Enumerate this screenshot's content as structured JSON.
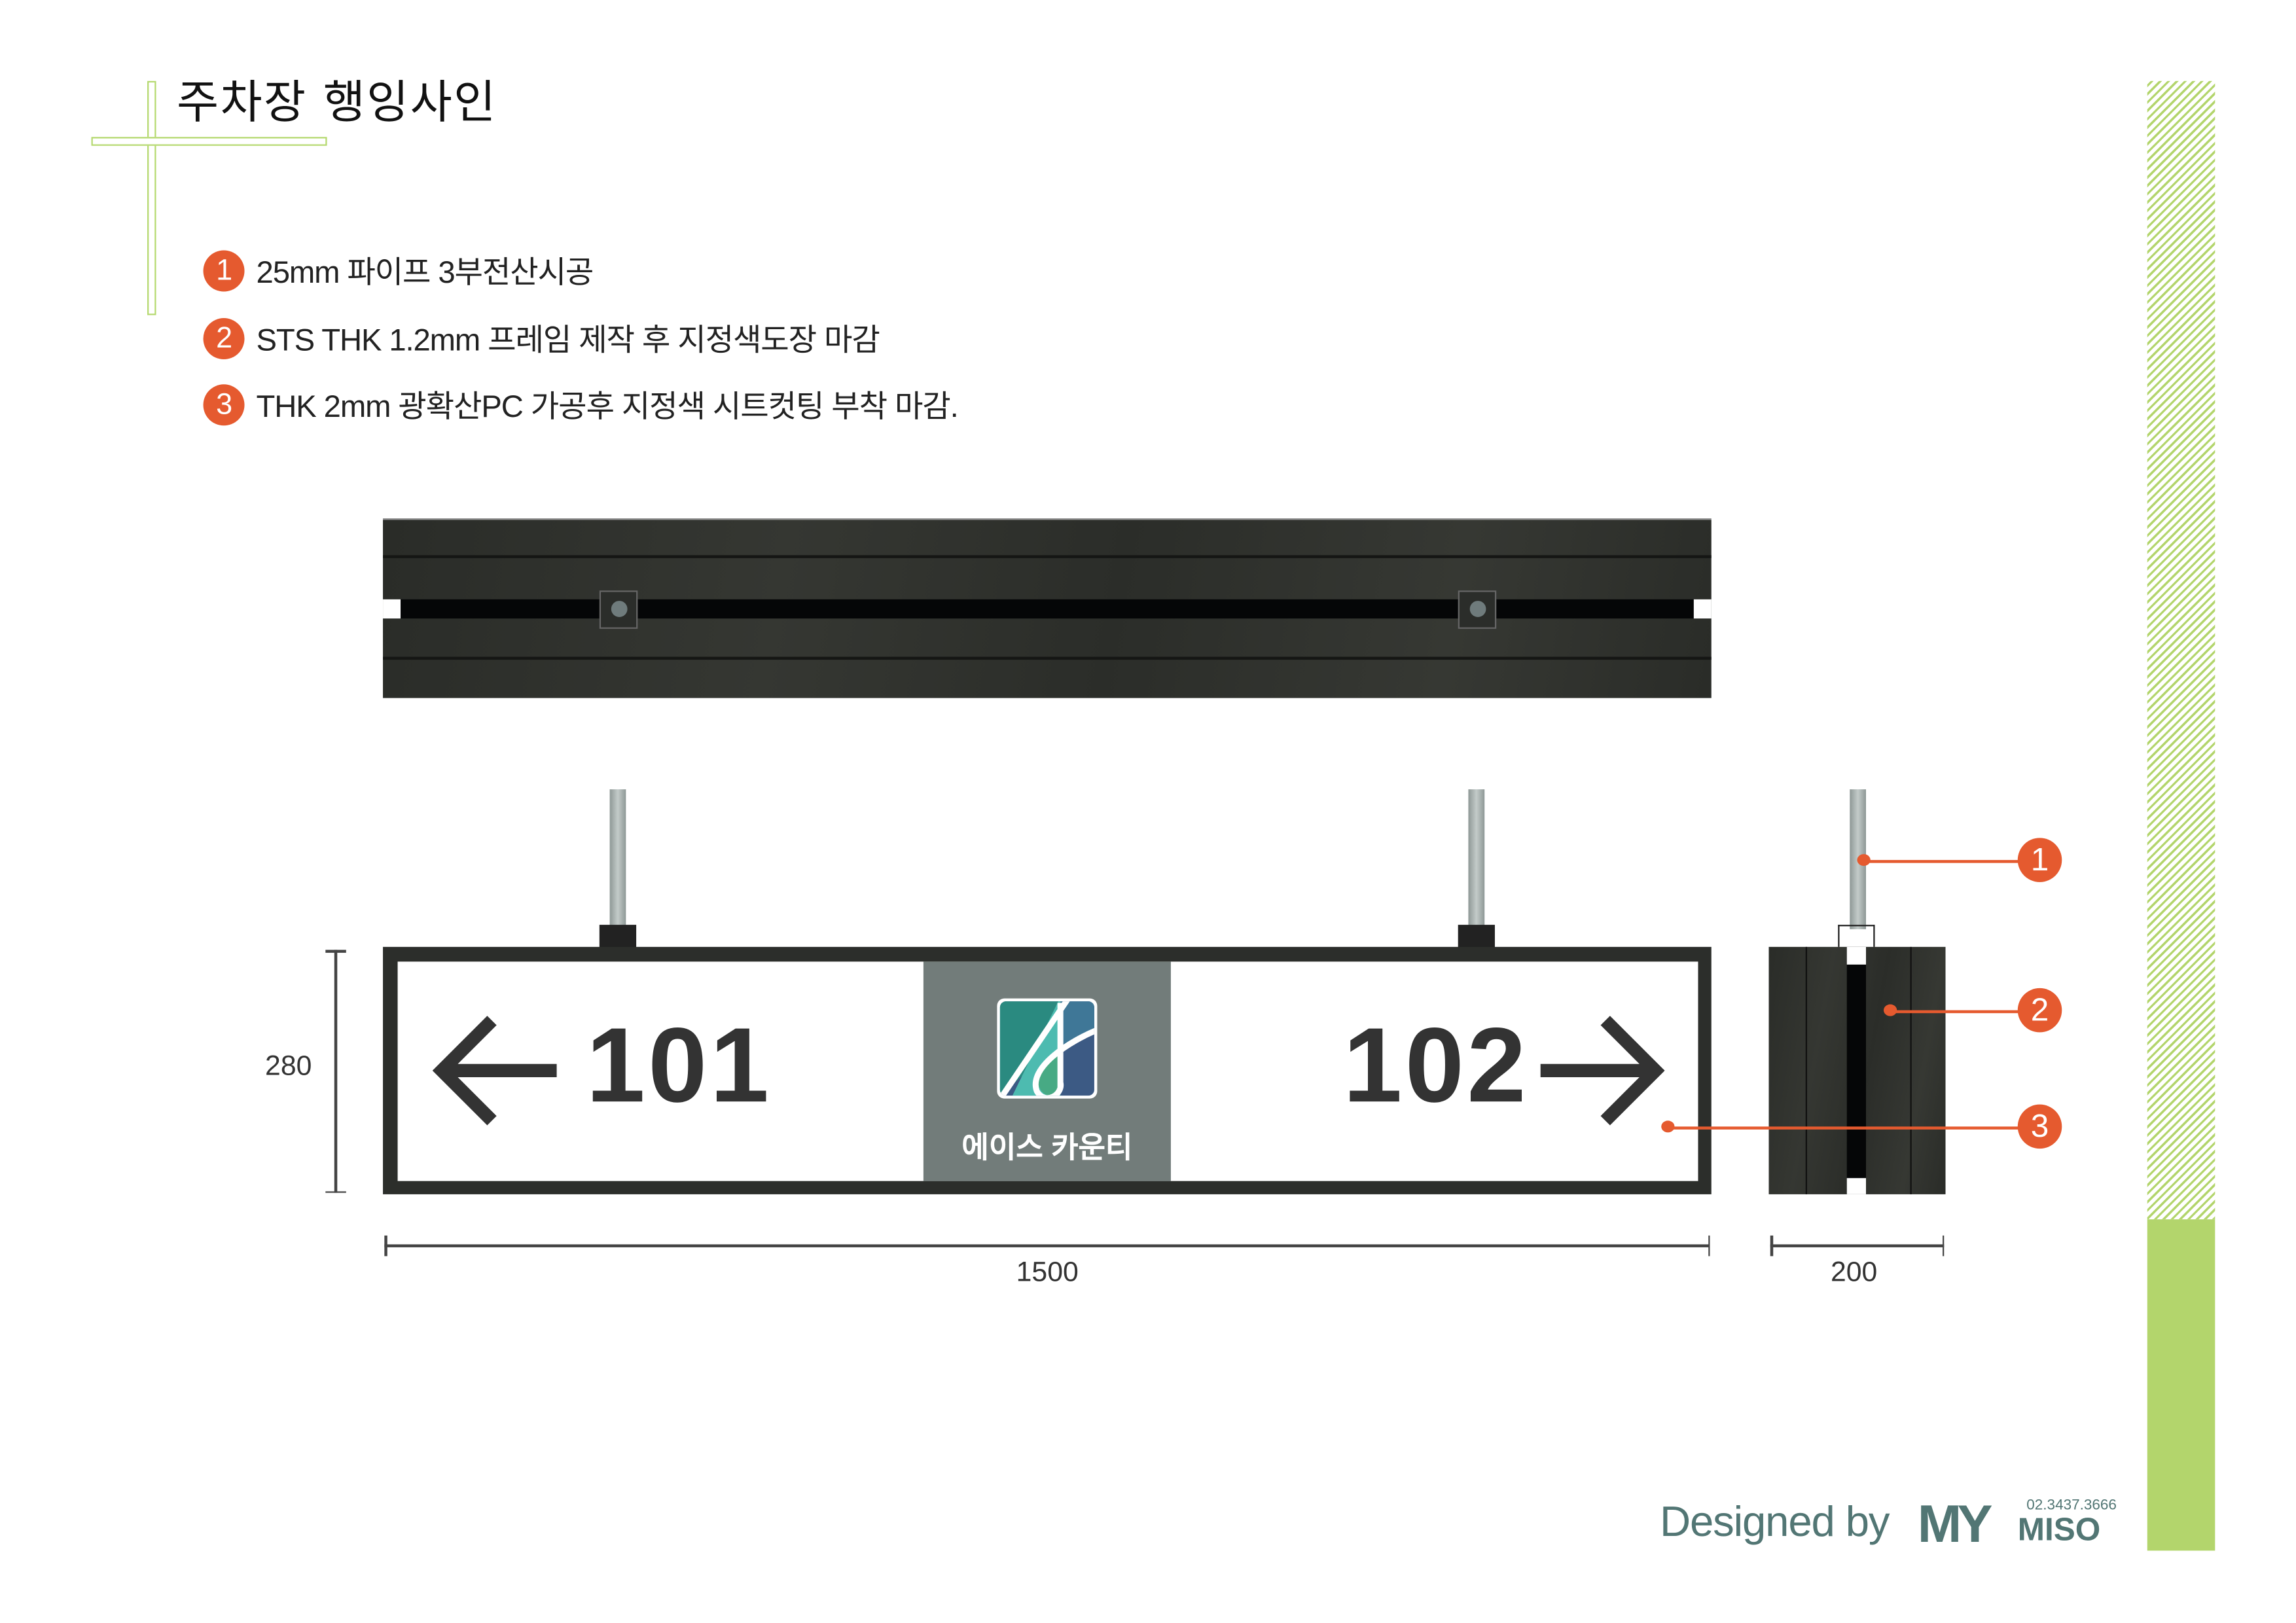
{
  "title": "주차장 행잉사인",
  "specs": [
    {
      "num": "1",
      "text": "25mm 파이프 3부전산시공"
    },
    {
      "num": "2",
      "text": "STS THK 1.2mm 프레임 제작 후 지정색도장 마감"
    },
    {
      "num": "3",
      "text": "THK 2mm 광확산PC 가공후 지정색 시트컷팅 부착 마감."
    }
  ],
  "sign": {
    "left_number": "101",
    "right_number": "102",
    "brand_name": "에이스 카운티"
  },
  "dimensions": {
    "height": "280",
    "width": "1500",
    "depth": "200"
  },
  "callouts": [
    "1",
    "2",
    "3"
  ],
  "footer": {
    "designed_by": "Designed by",
    "logo_my": "MY",
    "logo_miso": "MISO",
    "phone": "02.3437.3666"
  },
  "colors": {
    "accent": "#e55a2f",
    "green": "#b3d56c",
    "frame": "#2c2e2b",
    "panel": "#727c7a",
    "footer": "#527674"
  }
}
